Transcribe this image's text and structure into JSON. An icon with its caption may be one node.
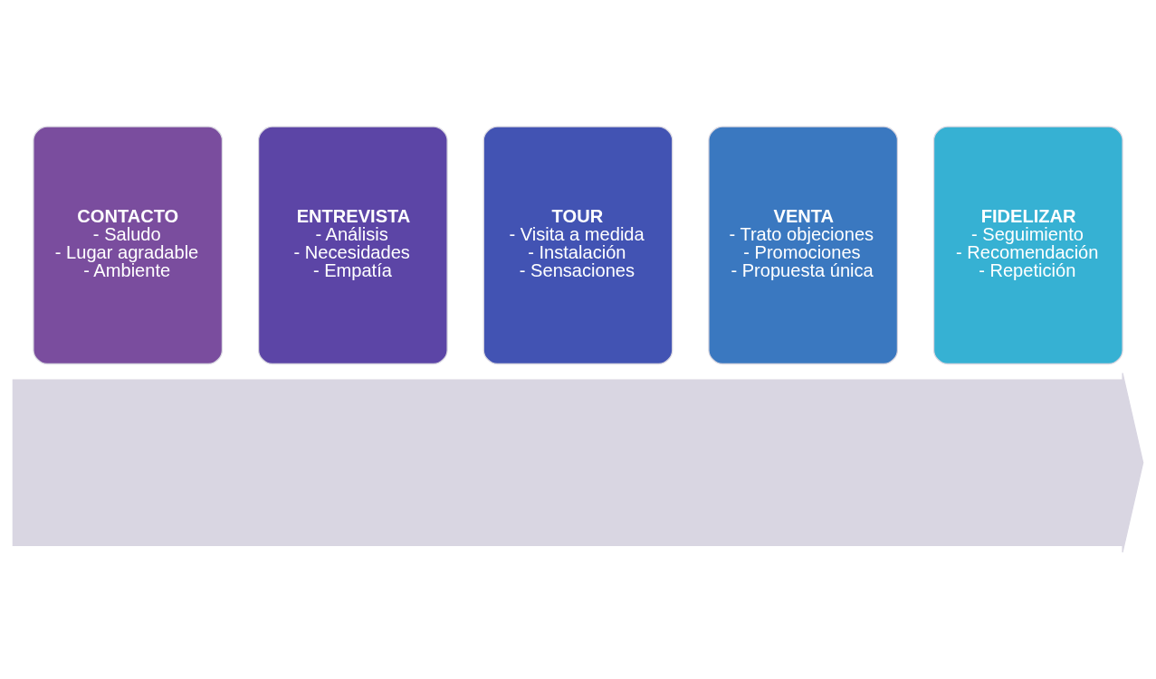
{
  "diagram": {
    "nodes": [
      {
        "text": [],
        "shape": "arrow"
      },
      {
        "text": [
          "CONTACTO",
          "- Saludo",
          "- Lugar agradable",
          "- Ambiente"
        ]
      },
      {
        "text": [
          "ENTREVISTA",
          "- Análisis",
          "- Necesidades",
          "- Empatía"
        ]
      },
      {
        "text": [
          "TOUR",
          "- Visita a medida",
          "- Instalación",
          "- Sensaciones"
        ]
      },
      {
        "text": [
          "VENTA",
          "- Trato objeciones",
          "- Promociones",
          "- Propuesta única"
        ]
      },
      {
        "text": [
          "FIDELIZAR",
          "- Seguimiento",
          "- Recomendación",
          "- Repetición"
        ]
      }
    ],
    "edges": []
  }
}
